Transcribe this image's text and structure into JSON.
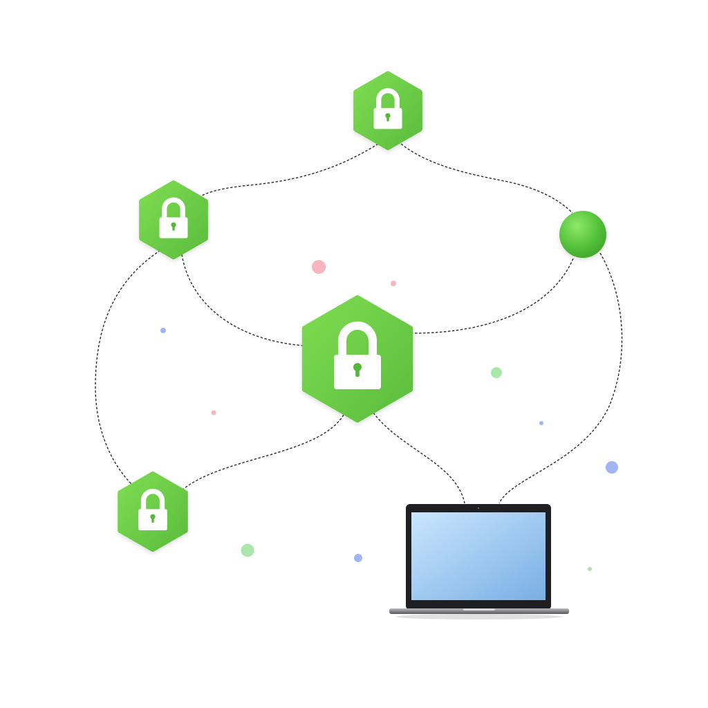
{
  "colors": {
    "background": "#ffffff",
    "node_green": "#6cd04a",
    "node_green_dark": "#56b83a",
    "lock": "#ffffff",
    "connector": "#2a2a2a",
    "laptop_frame": "#1e1f22",
    "screen_light": "#c6e4fd",
    "screen_dark": "#7fb1e6",
    "dot_pink": "#f6a8b4",
    "dot_blue": "#8fa8ee",
    "dot_green": "#9be39a"
  },
  "nodes": [
    {
      "id": "lock-top",
      "shape": "hexagon",
      "icon": "lock-icon"
    },
    {
      "id": "lock-left",
      "shape": "hexagon",
      "icon": "lock-icon"
    },
    {
      "id": "lock-center",
      "shape": "hexagon",
      "icon": "lock-icon"
    },
    {
      "id": "lock-bottom-left",
      "shape": "hexagon",
      "icon": "lock-icon"
    },
    {
      "id": "sphere-right",
      "shape": "sphere",
      "icon": "sphere-icon"
    },
    {
      "id": "laptop",
      "shape": "device",
      "icon": "laptop-icon"
    }
  ],
  "connections": [
    [
      "lock-top",
      "lock-left"
    ],
    [
      "lock-top",
      "sphere-right"
    ],
    [
      "lock-left",
      "lock-center"
    ],
    [
      "lock-left",
      "lock-bottom-left"
    ],
    [
      "sphere-right",
      "lock-center"
    ],
    [
      "sphere-right",
      "laptop"
    ],
    [
      "lock-center",
      "lock-bottom-left"
    ],
    [
      "lock-center",
      "laptop"
    ]
  ]
}
